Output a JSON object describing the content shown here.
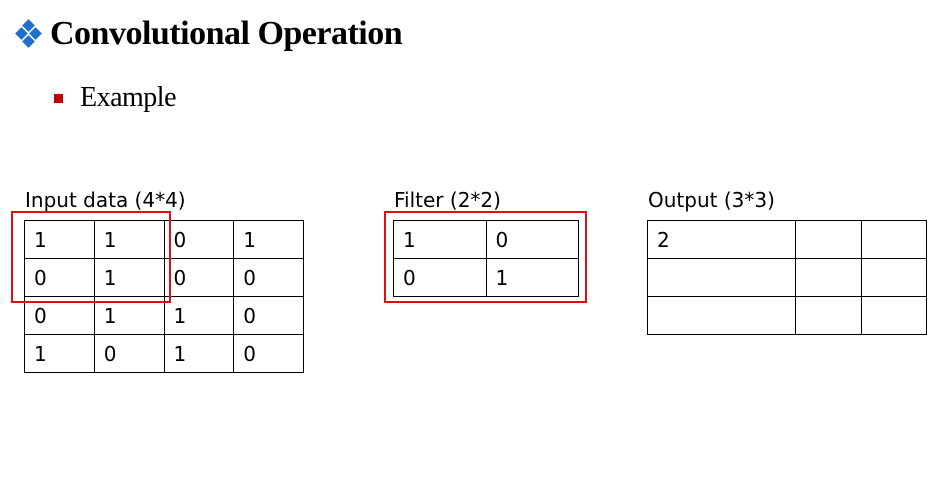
{
  "slide": {
    "title": "Convolutional Operation",
    "bullet": "Example"
  },
  "input": {
    "caption": "Input data (4*4)",
    "rows": [
      [
        "1",
        "1",
        "0",
        "1"
      ],
      [
        "0",
        "1",
        "0",
        "0"
      ],
      [
        "0",
        "1",
        "1",
        "0"
      ],
      [
        "1",
        "0",
        "1",
        "0"
      ]
    ]
  },
  "filter": {
    "caption": "Filter (2*2)",
    "rows": [
      [
        "1",
        "0"
      ],
      [
        "0",
        "1"
      ]
    ]
  },
  "output": {
    "caption": "Output (3*3)",
    "rows": [
      [
        "2",
        "",
        ""
      ],
      [
        "",
        "",
        ""
      ],
      [
        "",
        "",
        ""
      ]
    ]
  },
  "colors": {
    "accent_blue": "#1f6fd1",
    "bullet_red": "#c00000",
    "highlight_red": "#e01010"
  },
  "icons": {
    "title_bullet": "four-diamond-icon",
    "list_bullet": "square-bullet-icon"
  }
}
